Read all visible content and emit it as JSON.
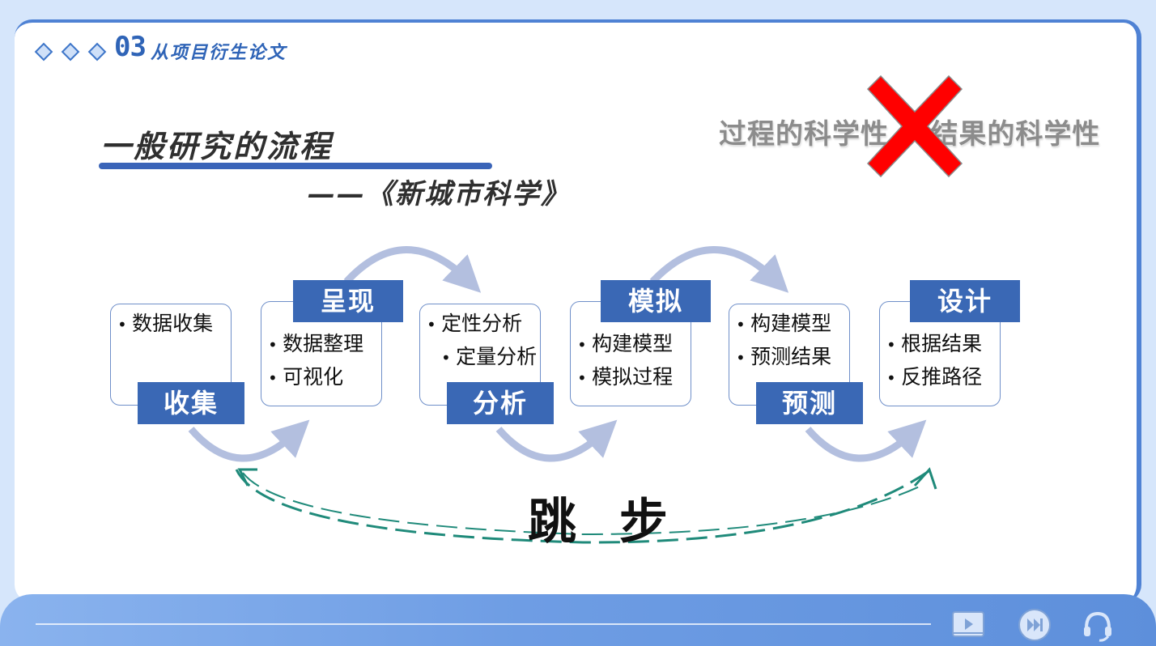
{
  "header": {
    "section_number": "03",
    "section_title": "从项目衍生论文"
  },
  "title": {
    "main": "一般研究的流程",
    "subtitle": "——《新城市科学》"
  },
  "rigor": {
    "text": "过程的科学性    结果的科学性",
    "cross_color": "#ff0000"
  },
  "steps": [
    {
      "label": "收集",
      "bullets": [
        "数据收集"
      ]
    },
    {
      "label": "呈现",
      "bullets": [
        "数据整理",
        "可视化"
      ]
    },
    {
      "label": "分析",
      "bullets": [
        "定性分析",
        "定量分析"
      ]
    },
    {
      "label": "模拟",
      "bullets": [
        "构建模型",
        "模拟过程"
      ]
    },
    {
      "label": "预测",
      "bullets": [
        "构建模型",
        "预测结果"
      ]
    },
    {
      "label": "设计",
      "bullets": [
        "根据结果",
        "反推路径"
      ]
    }
  ],
  "jump": {
    "label": "跳 步"
  },
  "footer": {
    "icons": [
      "video-icon",
      "skip-forward-icon",
      "headset-icon"
    ]
  },
  "colors": {
    "accent": "#3a68b5",
    "arrow": "#b3bfdf",
    "dashed_arrow": "#1f8a7a"
  }
}
